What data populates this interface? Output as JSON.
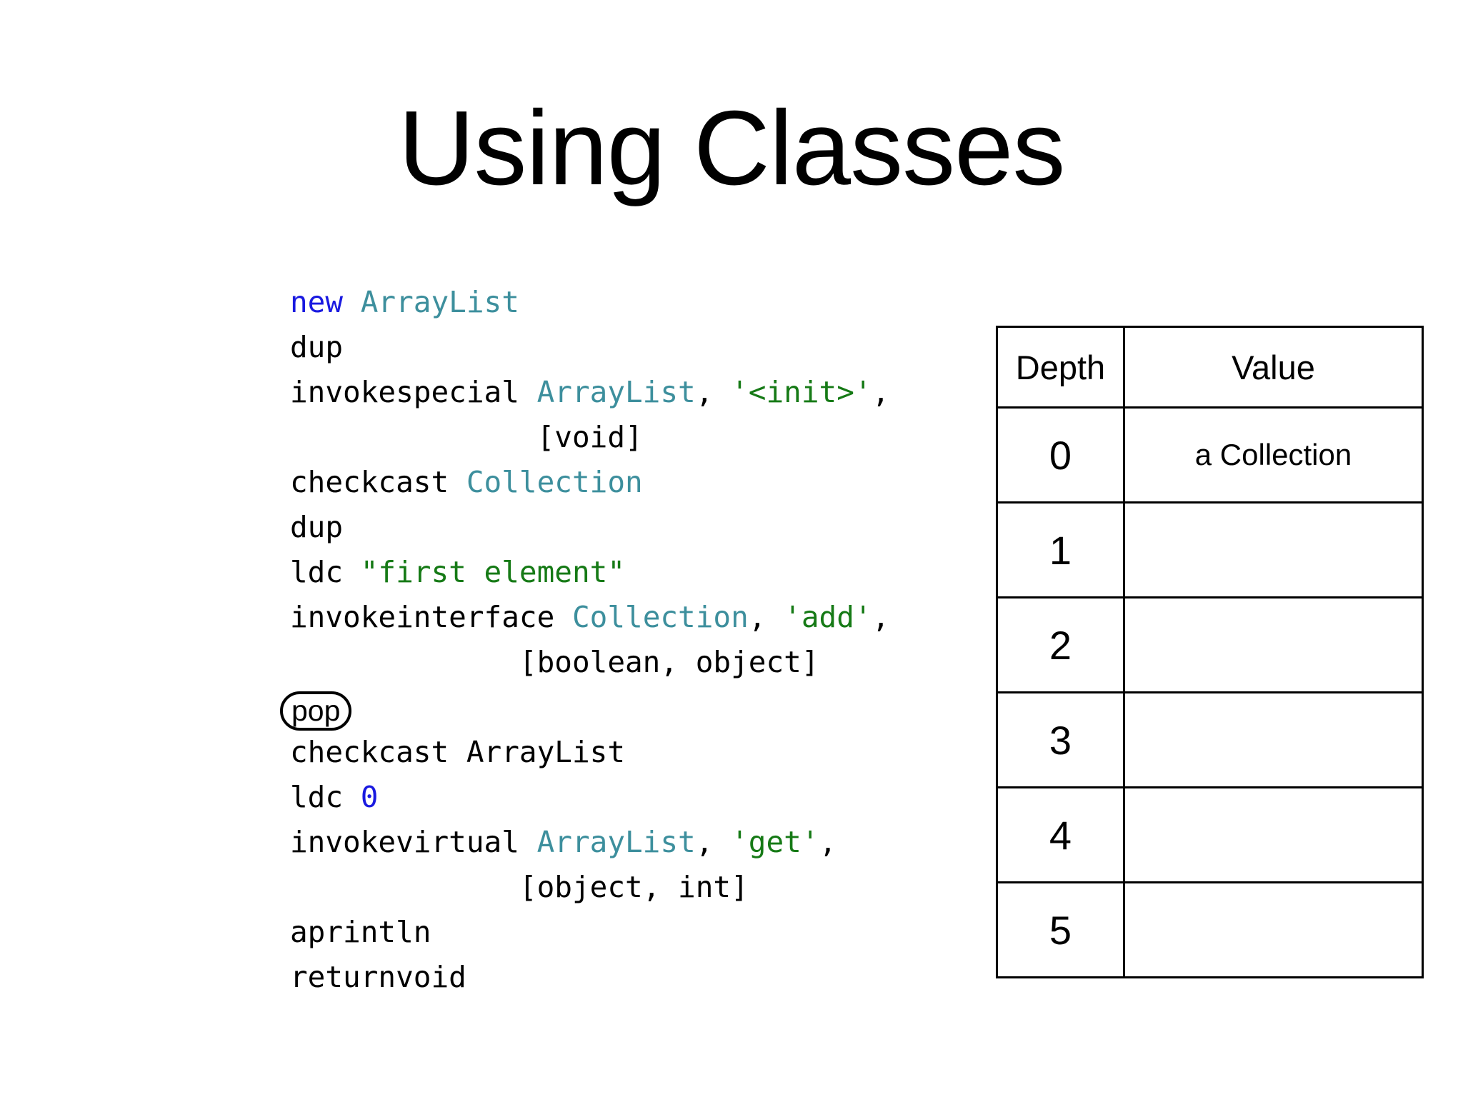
{
  "slide": {
    "title": "Using Classes",
    "background_color": "#ffffff"
  },
  "theme": {
    "keyword_color": "#1a1ae0",
    "type_color": "#3d8f9d",
    "string_color": "#167a16",
    "plain_color": "#000000",
    "border_color": "#000000"
  },
  "code": {
    "language": "jvm-bytecode",
    "highlighted_instruction": "pop",
    "lines": [
      {
        "tokens": [
          {
            "t": "new",
            "c": "kw"
          },
          {
            "t": " ",
            "c": "plain"
          },
          {
            "t": "ArrayList",
            "c": "type"
          }
        ]
      },
      {
        "tokens": [
          {
            "t": "dup",
            "c": "plain"
          }
        ]
      },
      {
        "tokens": [
          {
            "t": "invokespecial ",
            "c": "plain"
          },
          {
            "t": "ArrayList",
            "c": "type"
          },
          {
            "t": ", ",
            "c": "plain"
          },
          {
            "t": "'<init>'",
            "c": "str"
          },
          {
            "t": ",",
            "c": "plain"
          }
        ]
      },
      {
        "tokens": [
          {
            "t": "              [void]",
            "c": "plain"
          }
        ]
      },
      {
        "tokens": [
          {
            "t": "checkcast ",
            "c": "plain"
          },
          {
            "t": "Collection",
            "c": "type"
          }
        ]
      },
      {
        "tokens": [
          {
            "t": "dup",
            "c": "plain"
          }
        ]
      },
      {
        "tokens": [
          {
            "t": "ldc ",
            "c": "plain"
          },
          {
            "t": "\"first element\"",
            "c": "str"
          }
        ]
      },
      {
        "tokens": [
          {
            "t": "invokeinterface ",
            "c": "plain"
          },
          {
            "t": "Collection",
            "c": "type"
          },
          {
            "t": ", ",
            "c": "plain"
          },
          {
            "t": "'add'",
            "c": "str"
          },
          {
            "t": ",",
            "c": "plain"
          }
        ]
      },
      {
        "tokens": [
          {
            "t": "             [boolean, object]",
            "c": "plain"
          }
        ]
      },
      {
        "pill": "pop"
      },
      {
        "tokens": [
          {
            "t": "checkcast ArrayList",
            "c": "plain"
          }
        ]
      },
      {
        "tokens": [
          {
            "t": "ldc ",
            "c": "plain"
          },
          {
            "t": "0",
            "c": "num"
          }
        ]
      },
      {
        "tokens": [
          {
            "t": "invokevirtual ",
            "c": "plain"
          },
          {
            "t": "ArrayList",
            "c": "type"
          },
          {
            "t": ", ",
            "c": "plain"
          },
          {
            "t": "'get'",
            "c": "str"
          },
          {
            "t": ",",
            "c": "plain"
          }
        ]
      },
      {
        "tokens": [
          {
            "t": "             [object, int]",
            "c": "plain"
          }
        ]
      },
      {
        "tokens": [
          {
            "t": "aprintln",
            "c": "plain"
          }
        ]
      },
      {
        "tokens": [
          {
            "t": "returnvoid",
            "c": "plain"
          }
        ]
      }
    ]
  },
  "stack_table": {
    "headers": [
      "Depth",
      "Value"
    ],
    "rows": [
      {
        "depth": "0",
        "value": "a Collection"
      },
      {
        "depth": "1",
        "value": ""
      },
      {
        "depth": "2",
        "value": ""
      },
      {
        "depth": "3",
        "value": ""
      },
      {
        "depth": "4",
        "value": ""
      },
      {
        "depth": "5",
        "value": ""
      }
    ]
  }
}
